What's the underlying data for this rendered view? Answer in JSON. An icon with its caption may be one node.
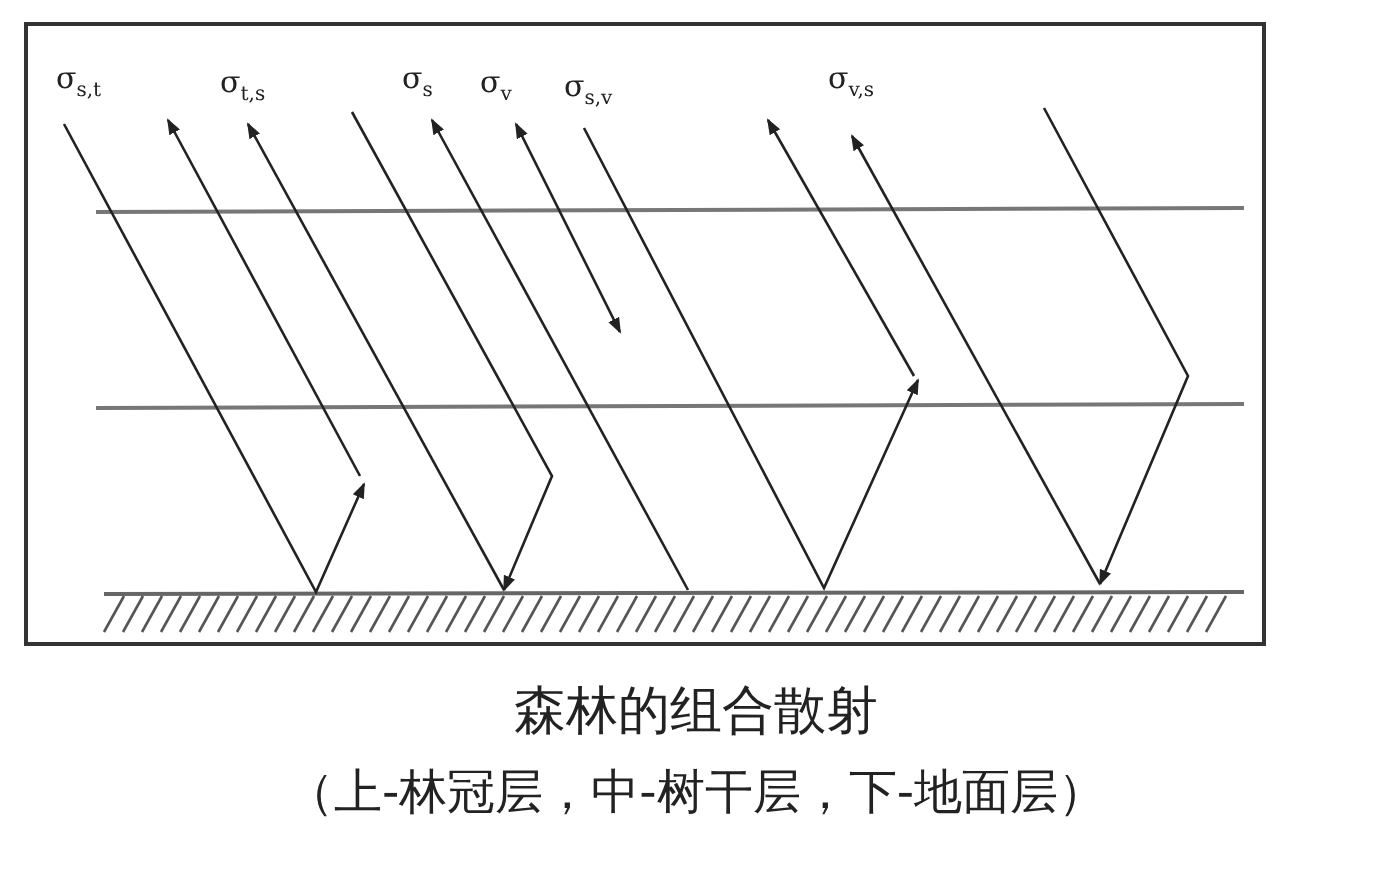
{
  "diagram": {
    "caption": "森林的组合散射",
    "labels": [
      "σ$_{s,t}$",
      "σ$_{t,s}$",
      "σ$_{s}$",
      "σ$_{v}$",
      "σ$_{s,v}$",
      "σ$_{v,s}$",
      "（上-林冠层，中-树干层，下-地面层）"
    ]
  }
}
